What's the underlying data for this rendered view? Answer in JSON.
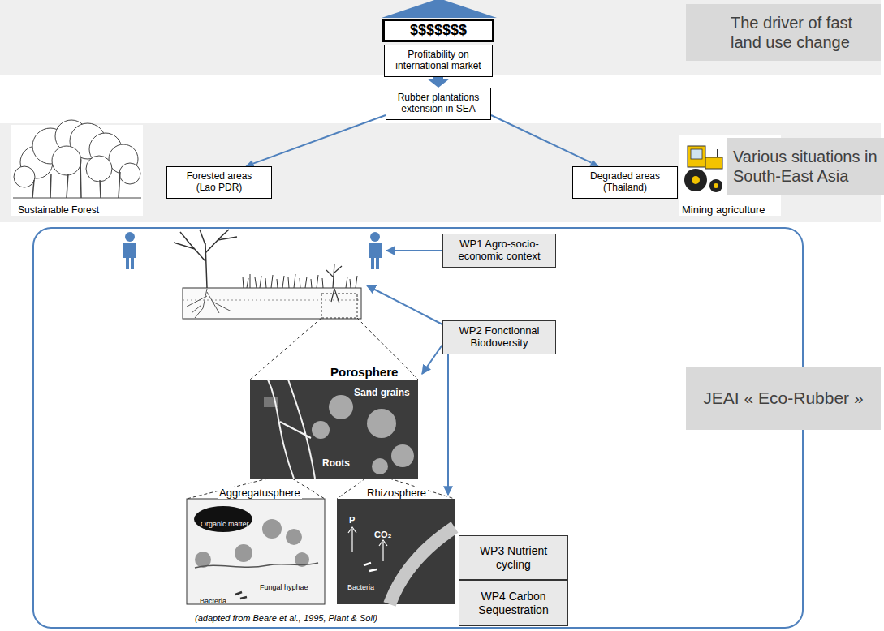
{
  "diagram": {
    "nodes": [
      {
        "text": [
          "The driver of fast land use change"
        ]
      },
      {
        "text": [
          "$$$$$$$"
        ],
        "in": 0
      },
      {
        "text": [
          "Profitability on international market"
        ],
        "in": 0
      },
      {
        "text": [
          "Rubber plantations extension in SEA"
        ]
      },
      {
        "text": [
          "Various situations in South-East Asia"
        ]
      },
      {
        "text": [
          "Forested areas (Lao PDR)"
        ],
        "in": 4
      },
      {
        "text": [
          "Degraded areas (Thailand)"
        ],
        "in": 4
      },
      {
        "text": [
          "JEAI « Eco-Rubber »"
        ]
      },
      {
        "text": [
          "WP1 Agro-socio-economic context"
        ],
        "in": 7
      },
      {
        "text": [
          "WP2 Fonctionnal Biodoversity"
        ],
        "in": 7
      },
      {
        "text": [
          "WP3 Nutrient cycling"
        ],
        "in": 7
      },
      {
        "text": [
          "WP4 Carbon Sequestration"
        ],
        "in": 7
      }
    ],
    "edges": [
      {
        "from": 2,
        "to": 3,
        "arrow": "to"
      },
      {
        "from": 3,
        "to": 5,
        "arrow": "to"
      },
      {
        "from": 3,
        "to": 6,
        "arrow": "to"
      }
    ],
    "labels": [
      "Sustainable Forest",
      "Mining agriculture",
      "Porosphere",
      "Sand grains",
      "Roots",
      "Aggregatusphere",
      "Rhizosphere",
      "(adapted from Beare et al., 1995, Plant & Soil)",
      "Organic matter",
      "Fungal hyphae",
      "Bacteria",
      "Bacteria",
      "P",
      "CO₂"
    ]
  }
}
